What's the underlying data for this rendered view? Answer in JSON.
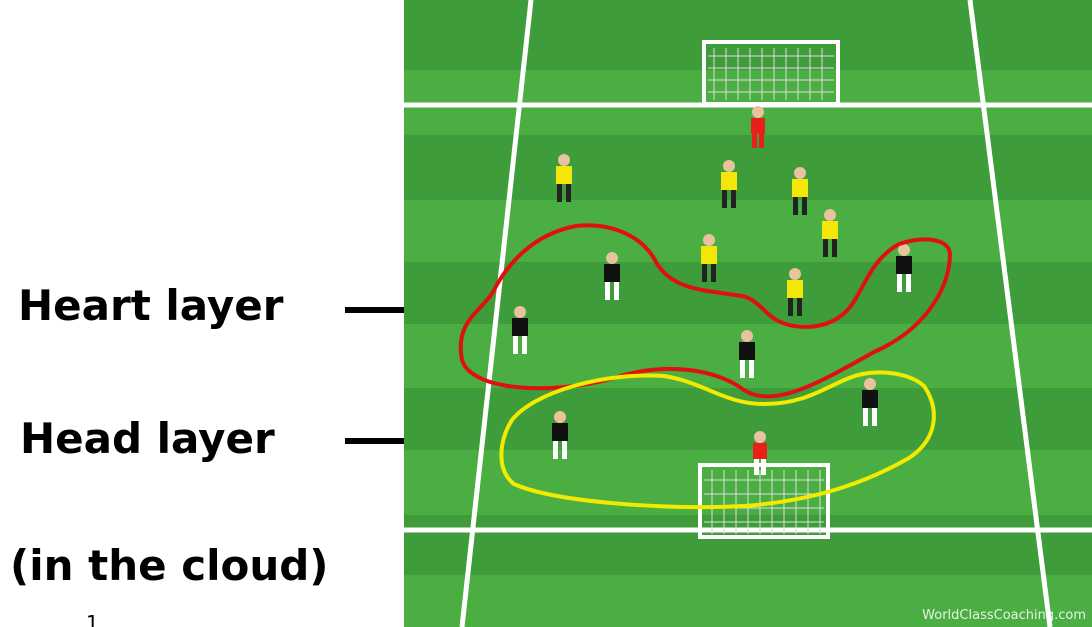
{
  "labels": {
    "heart": "Heart layer",
    "head": "Head layer",
    "cloud": "(in the cloud)",
    "page_number": "1"
  },
  "pitch": {
    "watermark": "WorldClassCoaching.com",
    "colors": {
      "stripe_dark": "#3f9c3a",
      "stripe_light": "#52b848",
      "lines": "#ffffff"
    }
  },
  "annotations": {
    "heart_outline_color": "#e01010",
    "head_outline_color": "#f2ea00"
  },
  "players": {
    "yellow_team_color": "#f5e60a",
    "black_team_color": "#111111",
    "goalkeeper_color": "#e8201a"
  }
}
